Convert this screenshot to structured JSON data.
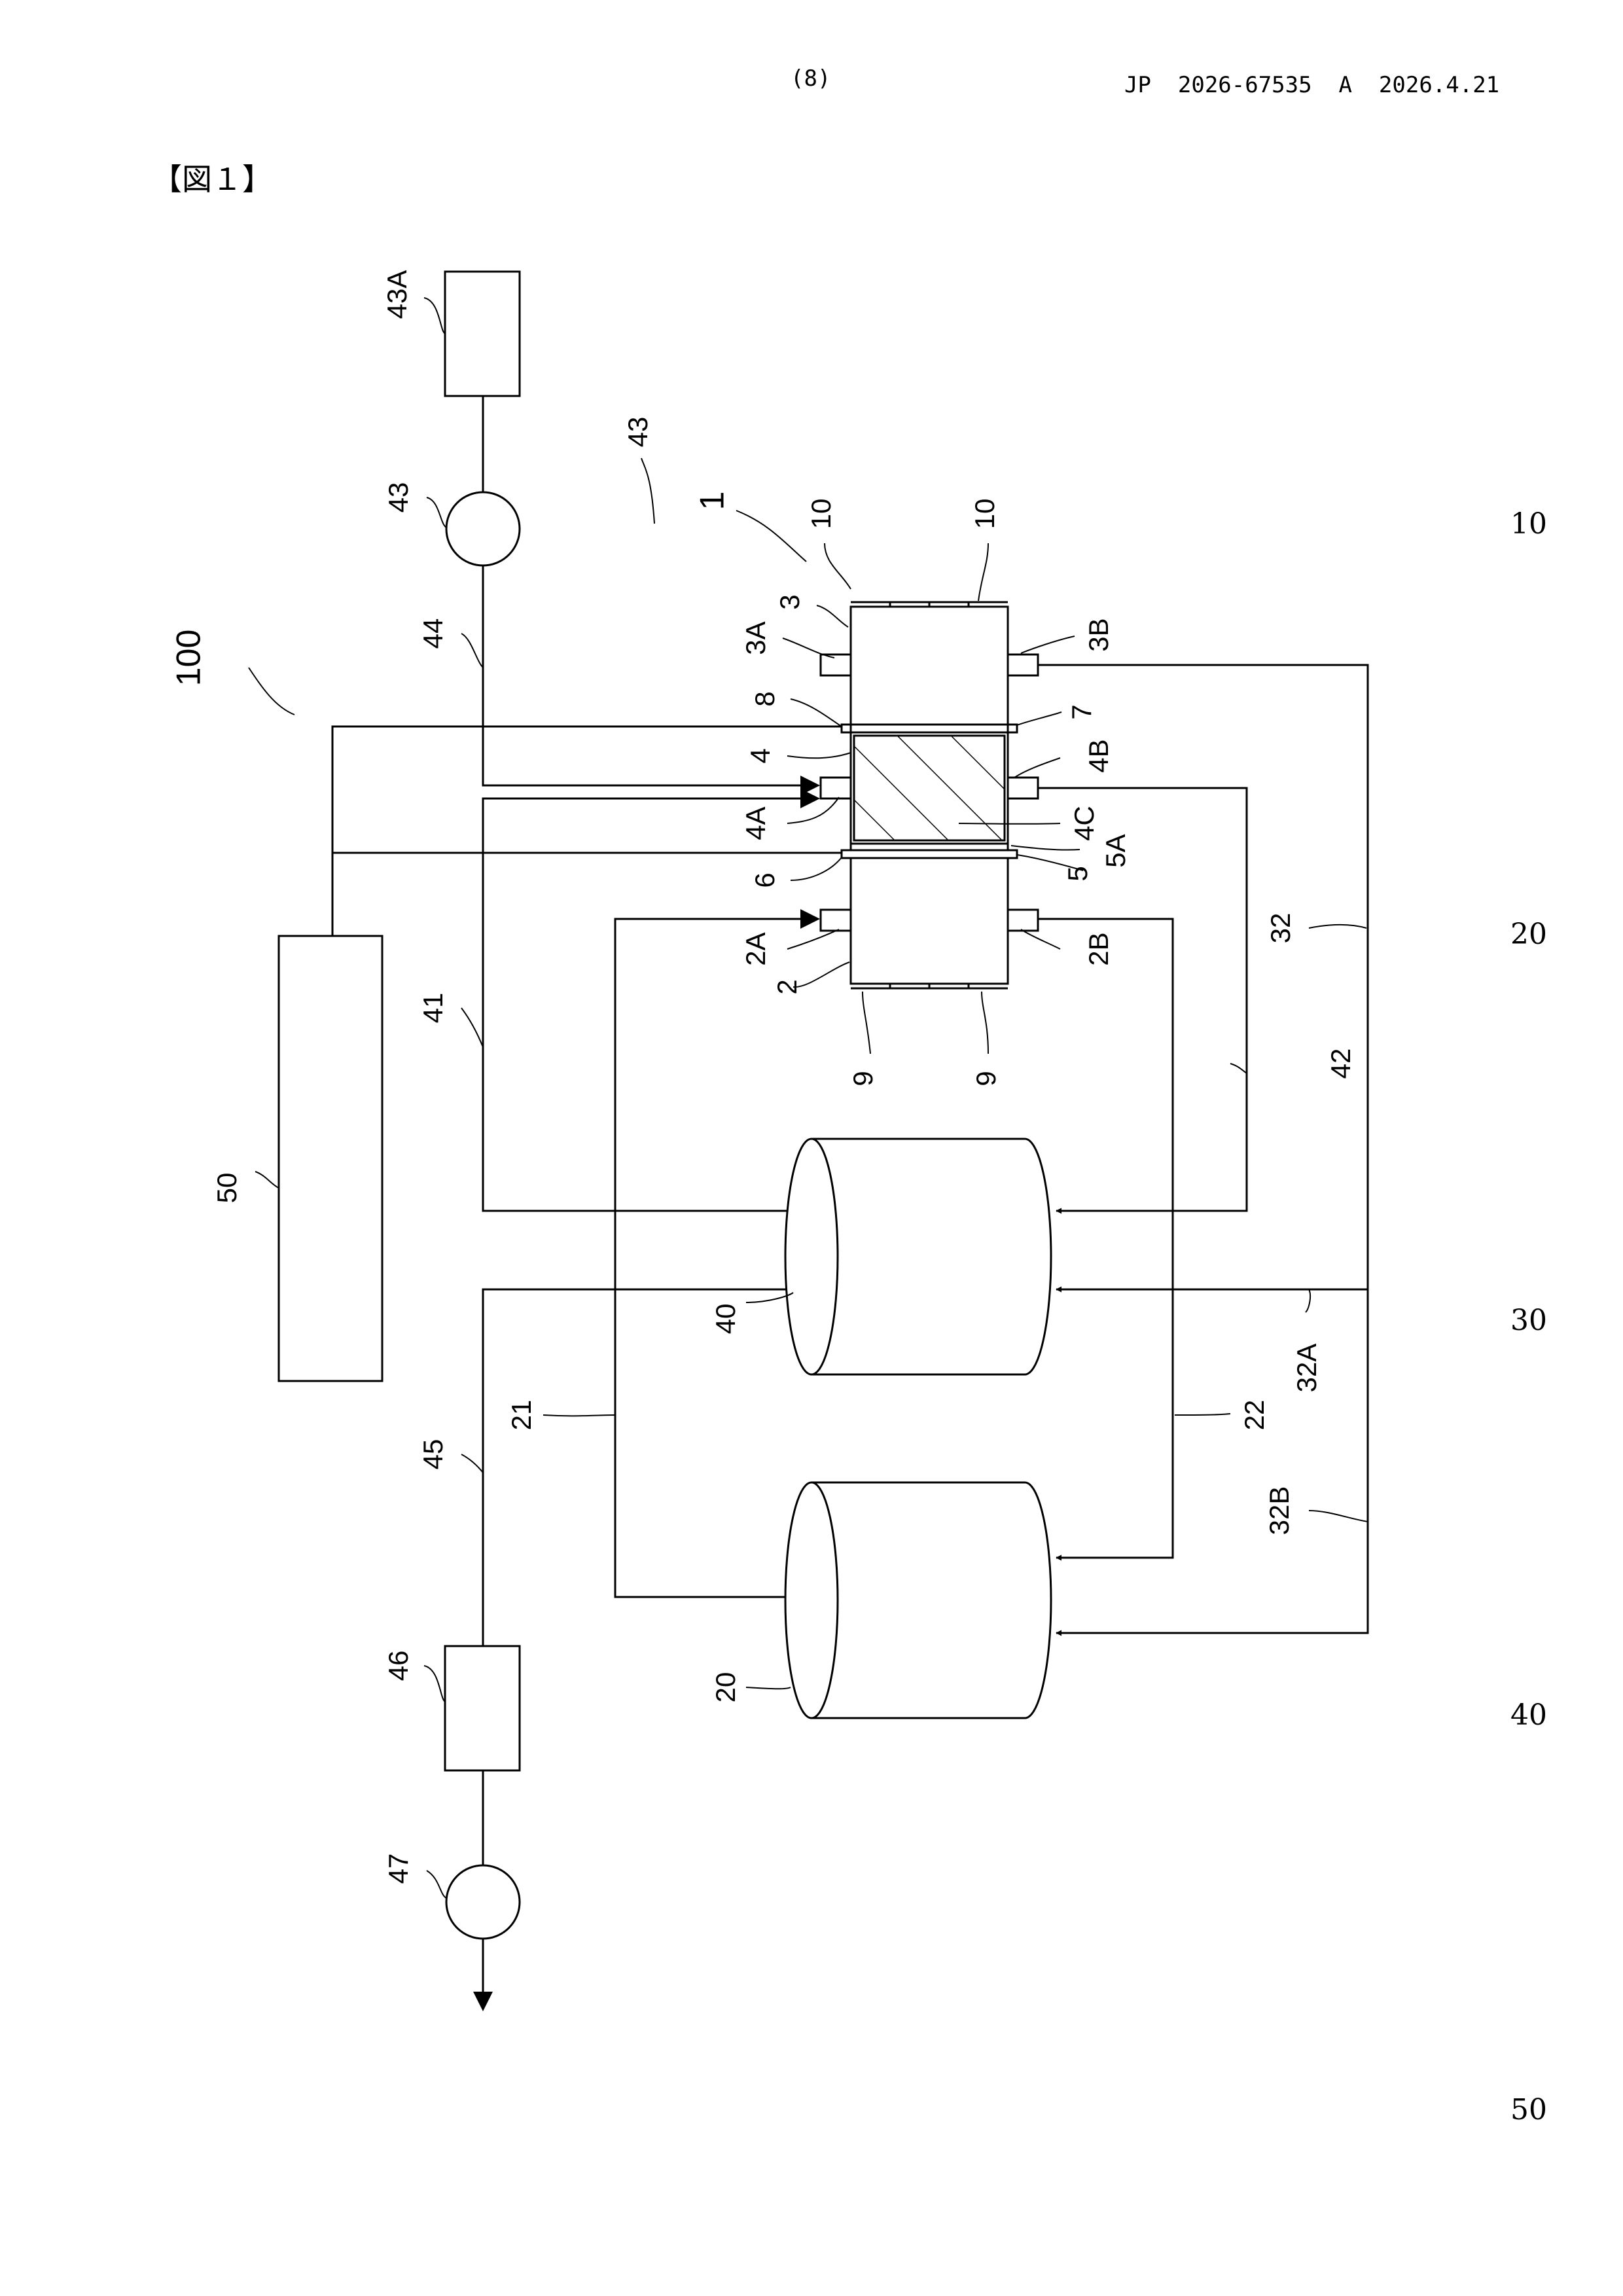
{
  "header": {
    "page_number": "(8)",
    "publication": "JP  2026-67535  A  2026.4.21"
  },
  "figure": {
    "title": "【図１】"
  },
  "line_numbers": [
    "10",
    "20",
    "30",
    "40",
    "50"
  ],
  "labels": {
    "system": "100",
    "device": "1",
    "n43A": "43A",
    "n43": "43",
    "n43b": "43",
    "n44": "44",
    "n10a": "10",
    "n10b": "10",
    "n3": "3",
    "n3A": "3A",
    "n3B": "3B",
    "n8": "8",
    "n7": "7",
    "n4": "4",
    "n4B": "4B",
    "n4A": "4A",
    "n4C": "4C",
    "n5": "5",
    "n5A": "5A",
    "n6": "6",
    "n2A": "2A",
    "n2B": "2B",
    "n2": "2",
    "n9a": "9",
    "n9b": "9",
    "n32": "32",
    "n41": "41",
    "n42": "42",
    "n50": "50",
    "n40": "40",
    "n32A": "32A",
    "n21": "21",
    "n22": "22",
    "n45": "45",
    "n32B": "32B",
    "n20": "20",
    "n46": "46",
    "n47": "47"
  }
}
